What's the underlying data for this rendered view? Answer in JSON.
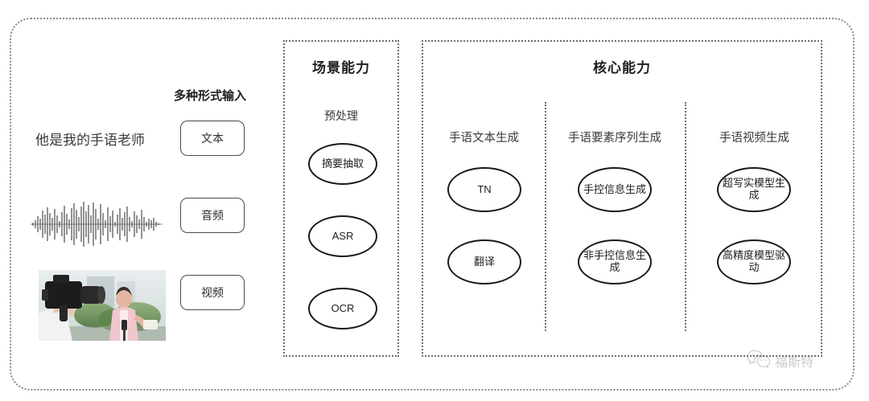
{
  "diagram": {
    "title_hidden": "",
    "input_section": {
      "heading": "多种形式输入",
      "sample_sentence": "他是我的手语老师",
      "modalities": [
        {
          "label": "文本",
          "icon": "text-icon"
        },
        {
          "label": "音频",
          "icon": "audio-waveform-icon"
        },
        {
          "label": "视频",
          "icon": "video-thumbnail-icon"
        }
      ]
    },
    "scene_panel": {
      "title": "场景能力",
      "group_label": "预处理",
      "nodes": [
        "摘要抽取",
        "ASR",
        "OCR"
      ]
    },
    "core_panel": {
      "title": "核心能力",
      "columns": [
        {
          "label": "手语文本生成",
          "nodes": [
            "TN",
            "翻译"
          ]
        },
        {
          "label": "手语要素序列生成",
          "nodes": [
            "手控信息生成",
            "非手控信息生成"
          ]
        },
        {
          "label": "手语视频生成",
          "nodes": [
            "超写实模型生成",
            "高精度模型驱动"
          ]
        }
      ]
    },
    "watermark": {
      "text": "福斯特",
      "icon": "wechat-icon"
    },
    "colors": {
      "frame": "#8a8a8a",
      "panel_border": "#6f6f6f",
      "node_border": "#1a1a1a",
      "text": "#2b2b2b",
      "background": "#ffffff"
    }
  }
}
